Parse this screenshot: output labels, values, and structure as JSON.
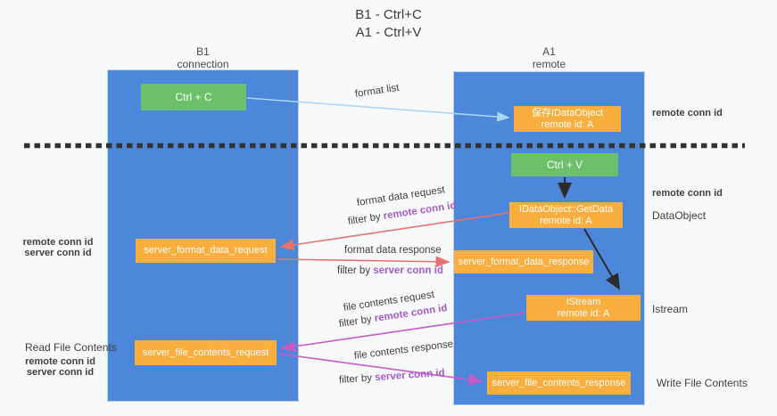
{
  "title": {
    "line1": "B1 - Ctrl+C",
    "line2": "A1 - Ctrl+V"
  },
  "columns": {
    "left": {
      "name": "B1",
      "role": "connection"
    },
    "right": {
      "name": "A1",
      "role": "remote"
    }
  },
  "nodes": {
    "ctrl_c": "Ctrl + C",
    "ctrl_v": "Ctrl + V",
    "save_idataobject": {
      "line1": "保存IDataObject",
      "line2": "remote id: A"
    },
    "getdata": {
      "line1": "IDataObject::GetData",
      "line2": "remote id: A"
    },
    "istream": {
      "line1": "IStream",
      "line2": "remote id: A"
    },
    "format_request": "server_format_data_request",
    "format_response": "server_format_data_response",
    "file_request": "server_file_contents_request",
    "file_response": "server_file_contents_response"
  },
  "messages": {
    "format_list": "format list",
    "format_data_request": "format data request",
    "filter_remote_1": {
      "prefix": "filter by ",
      "id": "remote conn id"
    },
    "format_data_response": "format data response",
    "filter_server_1": {
      "prefix": "filter by ",
      "id": "server conn id"
    },
    "file_contents_request": "file contents request",
    "filter_remote_2": {
      "prefix": "filter by ",
      "id": "remote conn id"
    },
    "file_contents_response": "file contents response",
    "filter_server_2": {
      "prefix": "filter by ",
      "id": "server conn id"
    }
  },
  "side_labels": {
    "right_remote_top": "remote conn id",
    "right_remote_mid": "remote conn id",
    "dataobject": "DataObject",
    "istream": "Istream",
    "write_file": "Write File Contents",
    "left_remote_mid": "remote conn id",
    "left_server_mid": "server conn id",
    "read_file": "Read File Contents",
    "left_remote_bottom": "remote conn id",
    "left_server_bottom": "server conn id"
  },
  "colors": {
    "lifeline_blue": "#4d87d9",
    "node_green": "#6cc06a",
    "node_orange": "#f9ae3d",
    "arrow_light_blue": "#a9d7f5",
    "arrow_red": "#e8736e",
    "arrow_magenta": "#c75bc7",
    "arrow_black": "#2b2b2b",
    "text_purple": "#a45bc8",
    "text_green": "#5cbd66"
  }
}
